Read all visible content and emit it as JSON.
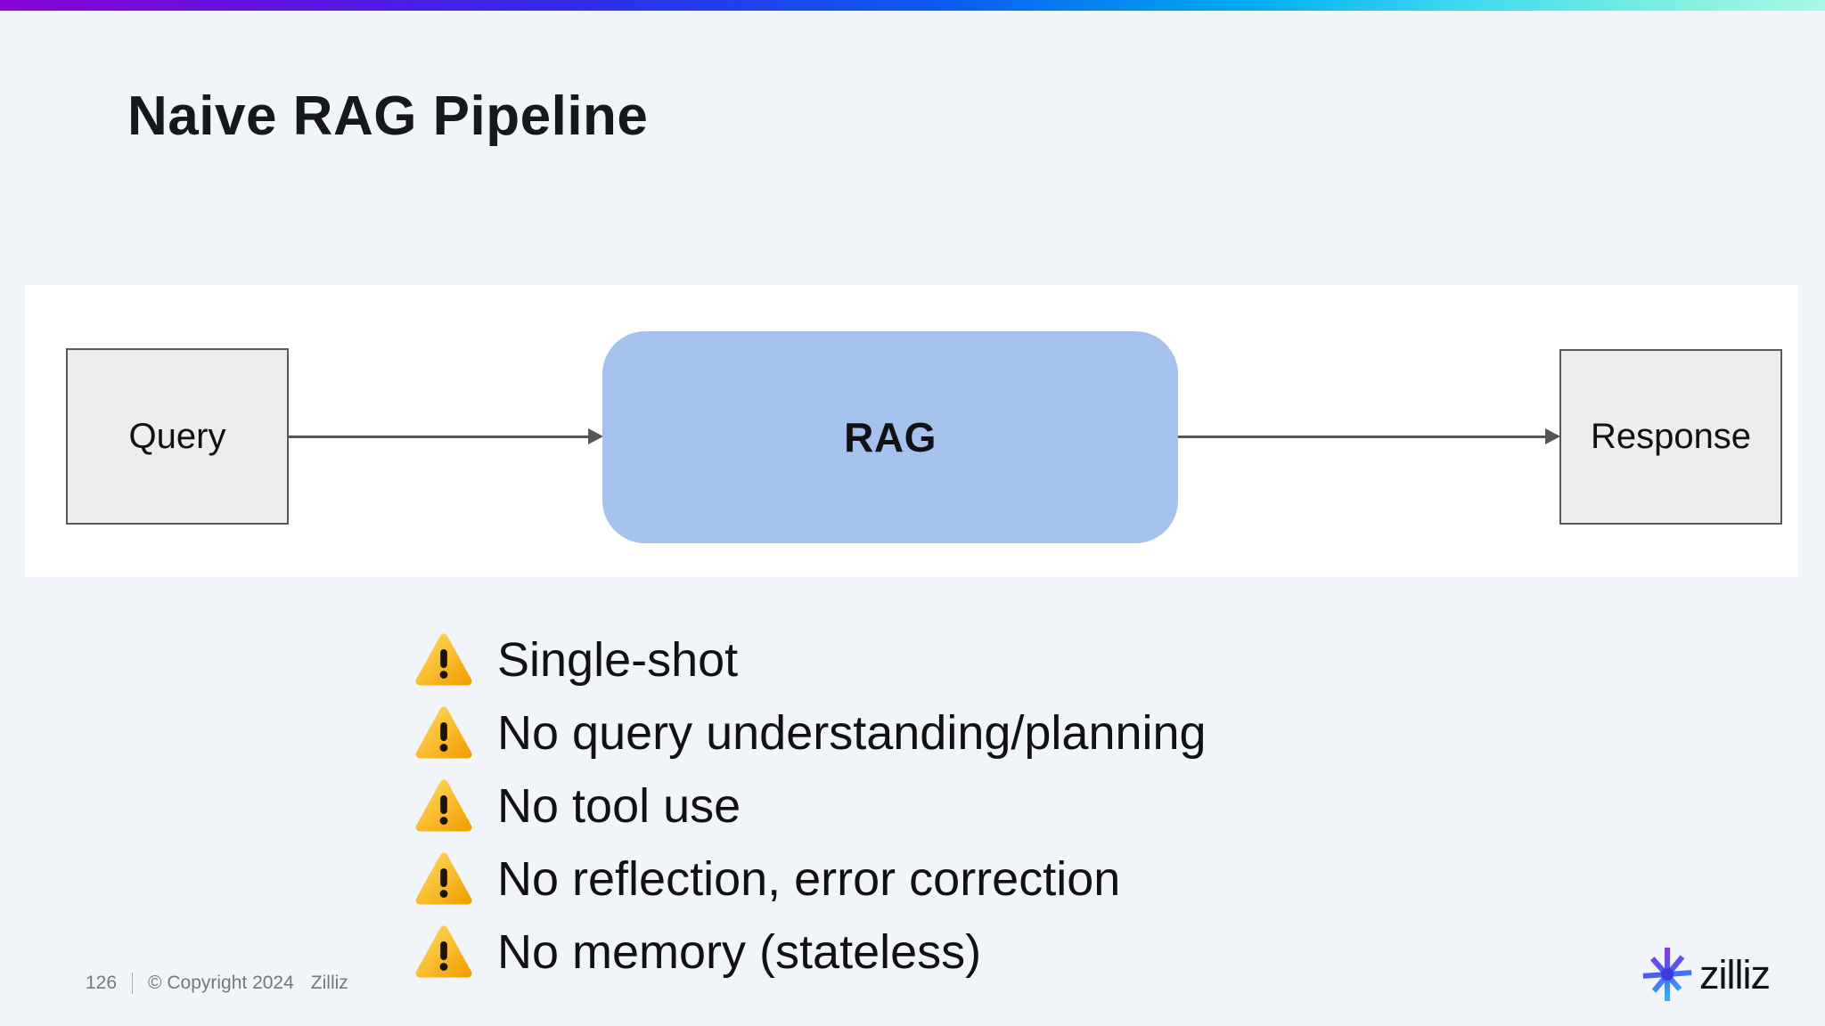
{
  "slide": {
    "title": "Naive RAG Pipeline",
    "background_color": "#f1f5f9"
  },
  "top_bar": {
    "gradient_colors": [
      "#8a05d6",
      "#5d14e3",
      "#2c31ec",
      "#0b5cf2",
      "#00a9f0",
      "#3cd9f1",
      "#7deee0",
      "#a9f8e7"
    ]
  },
  "diagram": {
    "query_label": "Query",
    "rag_label": "RAG",
    "response_label": "Response",
    "rag_fill_color": "#a4c2ec",
    "node_fill_color": "#ededed",
    "node_border_color": "#595959",
    "arrow_color": "#555555",
    "flow": [
      "Query",
      "RAG",
      "Response"
    ]
  },
  "warnings": {
    "icon": "warning-triangle-icon",
    "icon_color": "#f5b81d",
    "items": [
      "Single-shot",
      "No query understanding/planning",
      "No tool use",
      "No reflection, error correction",
      "No memory (stateless)"
    ]
  },
  "footer": {
    "page_number": "126",
    "copyright": "© Copyright 2024",
    "brand": "Zilliz"
  },
  "logo": {
    "wordmark": "zilliz"
  }
}
